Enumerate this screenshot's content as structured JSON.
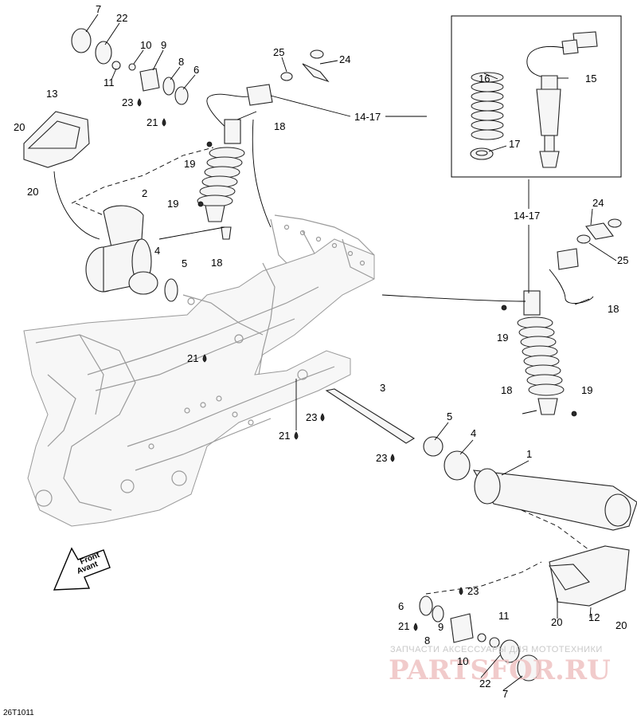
{
  "figure_code": "26T1011",
  "front_arrow": {
    "line1": "Front",
    "line2": "Avant"
  },
  "watermark": {
    "subtitle": "ЗАПЧАСТИ АКСЕССУАРЫ ДЛЯ МОТОТЕХНИКИ",
    "brand": "PARTSFOR.RU"
  },
  "callouts": [
    {
      "id": "c7a",
      "text": "7"
    },
    {
      "id": "c22a",
      "text": "22"
    },
    {
      "id": "c10a",
      "text": "10"
    },
    {
      "id": "c9a",
      "text": "9"
    },
    {
      "id": "c11a",
      "text": "11"
    },
    {
      "id": "c8a",
      "text": "8"
    },
    {
      "id": "c6a",
      "text": "6"
    },
    {
      "id": "c23a",
      "text": "23"
    },
    {
      "id": "c21a",
      "text": "21"
    },
    {
      "id": "c13",
      "text": "13"
    },
    {
      "id": "c20a",
      "text": "20"
    },
    {
      "id": "c20b",
      "text": "20"
    },
    {
      "id": "c25a",
      "text": "25"
    },
    {
      "id": "c24a",
      "text": "24"
    },
    {
      "id": "c1417a",
      "text": "14-17"
    },
    {
      "id": "c18a",
      "text": "18"
    },
    {
      "id": "c19a",
      "text": "19"
    },
    {
      "id": "c2",
      "text": "2"
    },
    {
      "id": "c19b",
      "text": "19"
    },
    {
      "id": "c18b",
      "text": "18"
    },
    {
      "id": "c4a",
      "text": "4"
    },
    {
      "id": "c5a",
      "text": "5"
    },
    {
      "id": "c16",
      "text": "16"
    },
    {
      "id": "c15",
      "text": "15"
    },
    {
      "id": "c17",
      "text": "17"
    },
    {
      "id": "c1417b",
      "text": "14-17"
    },
    {
      "id": "c24b",
      "text": "24"
    },
    {
      "id": "c25b",
      "text": "25"
    },
    {
      "id": "c18c",
      "text": "18"
    },
    {
      "id": "c19c",
      "text": "19"
    },
    {
      "id": "c21b",
      "text": "21"
    },
    {
      "id": "c3",
      "text": "3"
    },
    {
      "id": "c18d",
      "text": "18"
    },
    {
      "id": "c19d",
      "text": "19"
    },
    {
      "id": "c23b",
      "text": "23"
    },
    {
      "id": "c21c",
      "text": "21"
    },
    {
      "id": "c5b",
      "text": "5"
    },
    {
      "id": "c4b",
      "text": "4"
    },
    {
      "id": "c23c",
      "text": "23"
    },
    {
      "id": "c1",
      "text": "1"
    },
    {
      "id": "c6b",
      "text": "6"
    },
    {
      "id": "c23d",
      "text": "23"
    },
    {
      "id": "c21d",
      "text": "21"
    },
    {
      "id": "c8b",
      "text": "8"
    },
    {
      "id": "c9b",
      "text": "9"
    },
    {
      "id": "c11b",
      "text": "11"
    },
    {
      "id": "c10b",
      "text": "10"
    },
    {
      "id": "c22b",
      "text": "22"
    },
    {
      "id": "c7b",
      "text": "7"
    },
    {
      "id": "c20c",
      "text": "20"
    },
    {
      "id": "c12",
      "text": "12"
    },
    {
      "id": "c20d",
      "text": "20"
    }
  ]
}
